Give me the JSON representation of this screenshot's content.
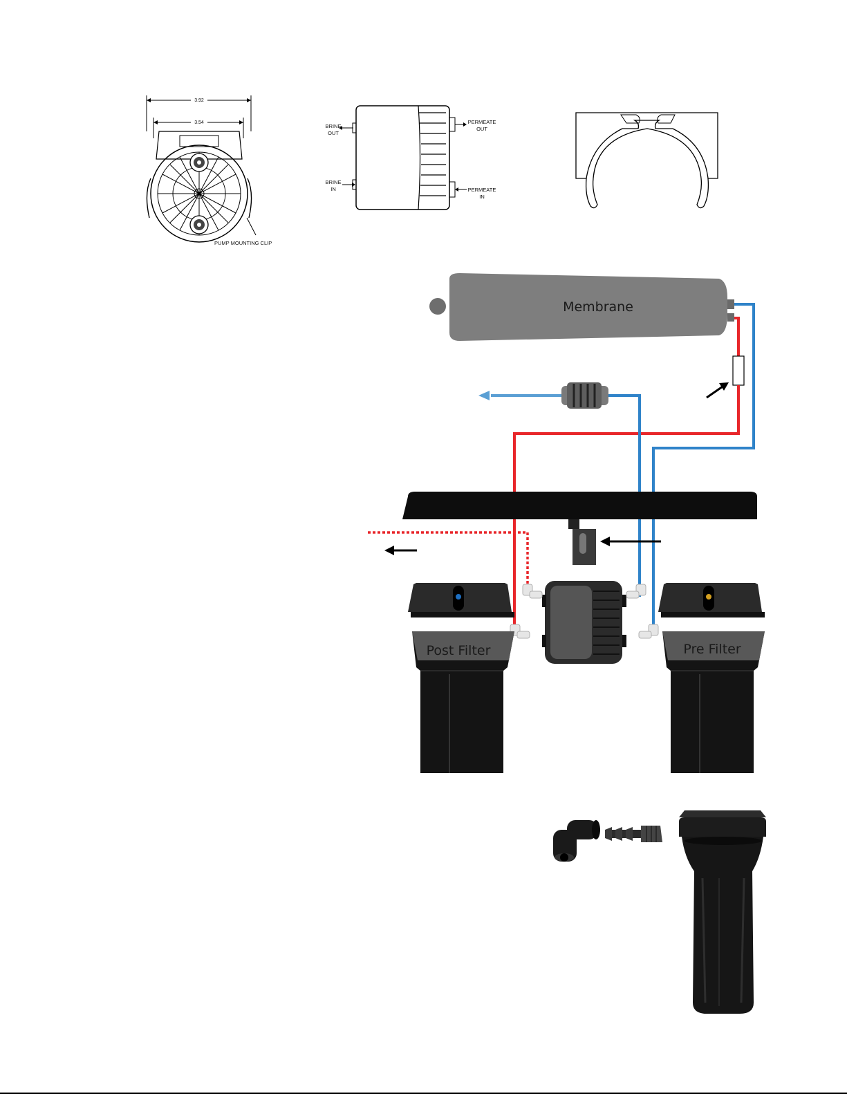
{
  "pump_front": {
    "dim_outer": "3.92",
    "dim_inner": "3.54",
    "clip_label": "PUMP MOUNTING CLIP"
  },
  "pump_side": {
    "brine_out": [
      "BRINE",
      "OUT"
    ],
    "brine_in": [
      "BRINE",
      "IN"
    ],
    "permeate_out": [
      "PERMEATE",
      "OUT"
    ],
    "permeate_in": [
      "PERMEATE",
      "IN"
    ]
  },
  "system": {
    "membrane_label": "Membrane",
    "post_filter_label": "Post Filter",
    "pre_filter_label": "Pre Filter"
  },
  "colors": {
    "tube_red": "#e8262a",
    "tube_blue": "#2f83c9",
    "body_gray": "#7a7a7a",
    "housing_black": "#111111"
  }
}
